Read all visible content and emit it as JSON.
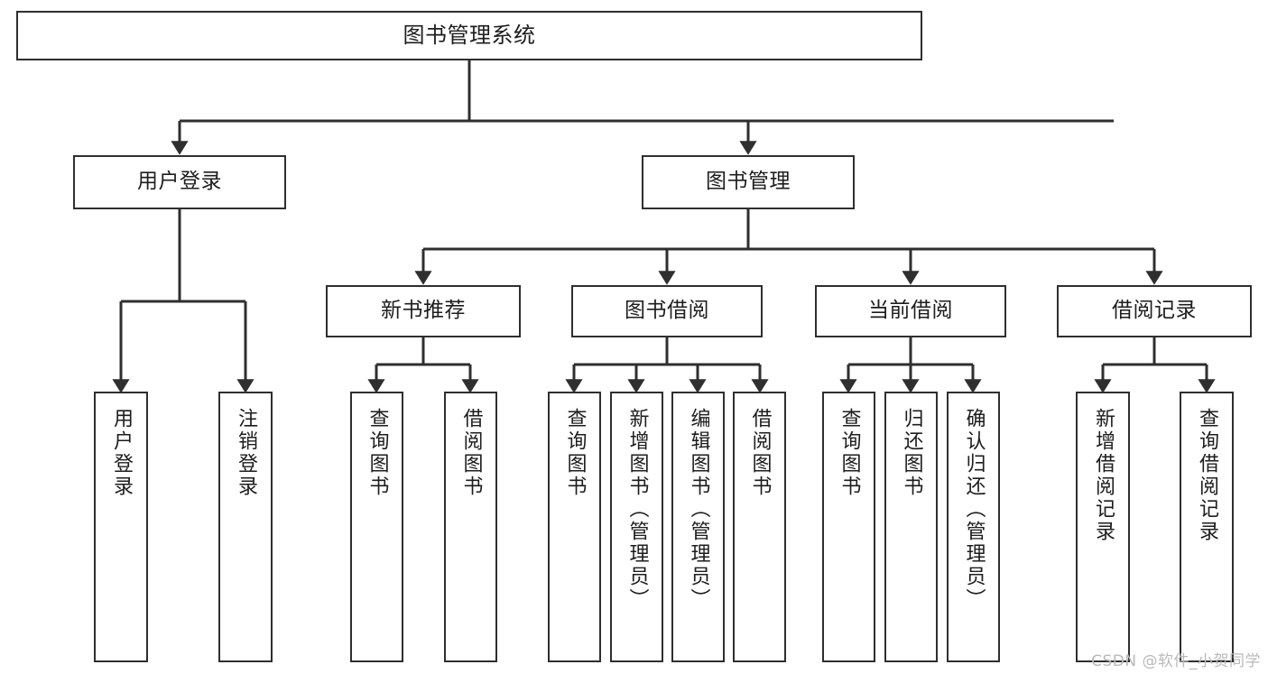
{
  "diagram": {
    "type": "tree-hierarchy-chart",
    "title": "图书管理系统",
    "stroke_color": "#2f2f2f",
    "fill_color": "#ffffff",
    "text_color": "#1d1d1d",
    "root": {
      "label": "图书管理系统"
    },
    "tier2": [
      {
        "label": "用户登录"
      },
      {
        "label": "图书管理"
      }
    ],
    "tier3": [
      {
        "label": "新书推荐"
      },
      {
        "label": "图书借阅"
      },
      {
        "label": "当前借阅"
      },
      {
        "label": "借阅记录"
      }
    ],
    "leaves": [
      {
        "label": "用户登录",
        "parent": "用户登录"
      },
      {
        "label": "注销登录",
        "parent": "用户登录"
      },
      {
        "label": "查询图书",
        "parent": "新书推荐"
      },
      {
        "label": "借阅图书",
        "parent": "新书推荐"
      },
      {
        "label": "查询图书",
        "parent": "图书借阅"
      },
      {
        "label": "新增图书（管理员）",
        "parent": "图书借阅"
      },
      {
        "label": "编辑图书（管理员）",
        "parent": "图书借阅"
      },
      {
        "label": "借阅图书",
        "parent": "图书借阅"
      },
      {
        "label": "查询图书",
        "parent": "当前借阅"
      },
      {
        "label": "归还图书",
        "parent": "当前借阅"
      },
      {
        "label": "确认归还（管理员）",
        "parent": "当前借阅"
      },
      {
        "label": "新增借阅记录",
        "parent": "借阅记录"
      },
      {
        "label": "查询借阅记录",
        "parent": "借阅记录"
      }
    ]
  },
  "watermark": {
    "text": "CSDN @软件_小贺同学"
  }
}
